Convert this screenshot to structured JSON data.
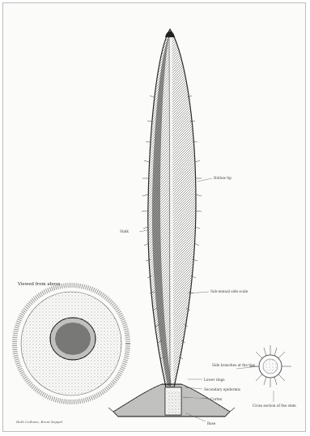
{
  "labels": {
    "viewed_from_above": "Viewed from above",
    "hollow_tip": "Hollow tip",
    "stalk": "Stalk",
    "sub_annual_ridges": "Sub-annual side scale",
    "side_branches": "Side branches at the tips",
    "lower_rings": "Lower rings",
    "secondary_epidermis": "Secondary epidermis",
    "cortex": "Cortex",
    "base": "Base",
    "cross_section": "Cross section of the stem",
    "signature": "Ruth Culhane, Brent Koppel"
  },
  "colors": {
    "ink": "#2a2a2a",
    "stipple_dark": "#3c3c3c",
    "stipple_light": "#8a8a8a",
    "paper": "#fbfbf9",
    "frame": "#bdbdbd"
  }
}
